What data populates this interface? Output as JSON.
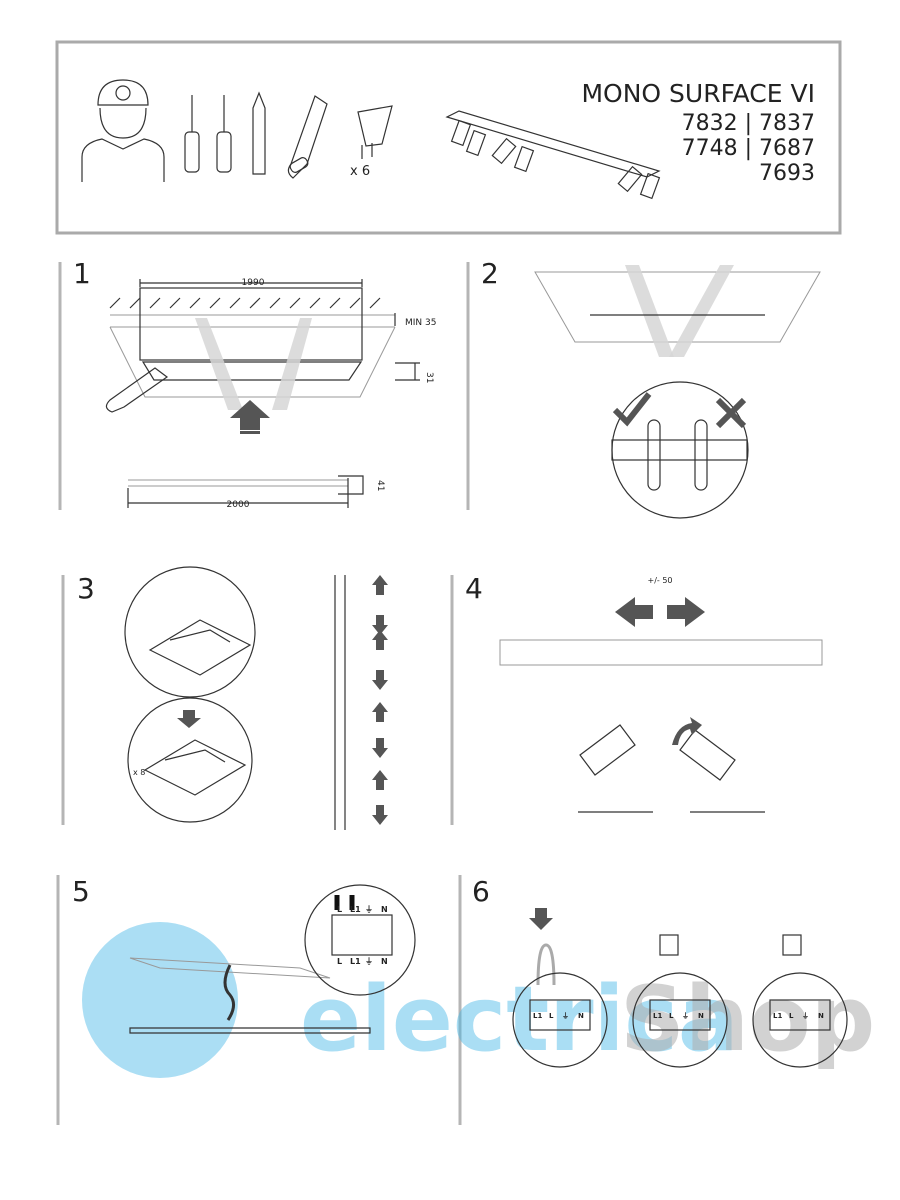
{
  "header": {
    "title": "MONO SURFACE VI",
    "codes": [
      "7832 | 7837",
      "7748 | 7687",
      "7693"
    ],
    "bulb_quantity": "x 6",
    "icons": [
      "electrician-icon",
      "screwdriver-icon",
      "screwdriver-icon",
      "pencil-icon",
      "saw-icon",
      "gu10-bulb-icon",
      "fixture-icon"
    ]
  },
  "steps": [
    {
      "number": "1",
      "dims": {
        "cut_length": "1990",
        "min_depth": "MIN 35",
        "depth": "31",
        "profile_height": "41",
        "profile_length": "2000"
      }
    },
    {
      "number": "2"
    },
    {
      "number": "3",
      "quantity": "x 8"
    },
    {
      "number": "4",
      "tolerance": "+/- 50"
    },
    {
      "number": "5",
      "terminal_labels_top": [
        "L",
        "L1",
        "⏚",
        "N"
      ],
      "terminal_labels_bottom": [
        "L",
        "L1",
        "⏚",
        "N"
      ]
    },
    {
      "number": "6",
      "terminals": [
        [
          "L1",
          "L",
          "⏚",
          "N"
        ],
        [
          "L1",
          "L",
          "⏚",
          "N"
        ],
        [
          "L1",
          "L",
          "⏚",
          "N"
        ]
      ]
    }
  ],
  "watermark": {
    "part1": "electrica",
    "part2": "Shop"
  },
  "colors": {
    "border": "#aaaaaa",
    "watermark_blue": "#3fb4e6",
    "watermark_gray": "#9a9a9a",
    "arrow": "#555555"
  }
}
